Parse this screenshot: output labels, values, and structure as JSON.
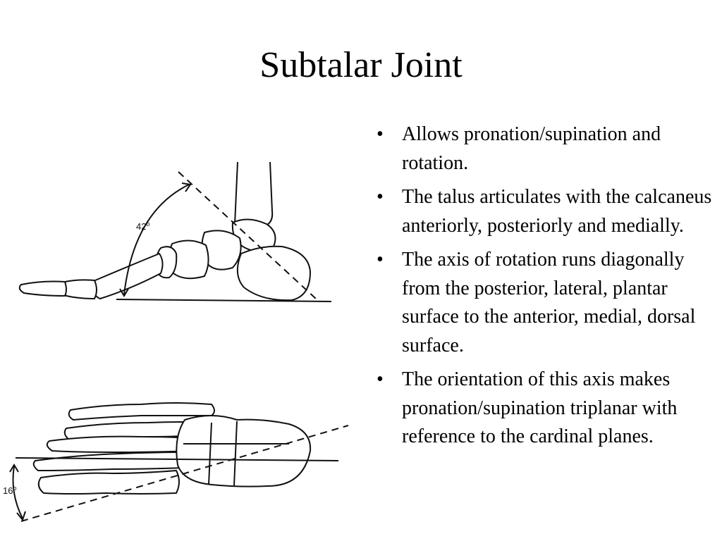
{
  "slide": {
    "title": "Subtalar Joint",
    "bullets": [
      "Allows pronation/supination and rotation.",
      "The talus articulates with the calcaneus anteriorly, posteriorly and medially.",
      "The axis of rotation runs diagonally from the posterior, lateral, plantar surface to the anterior, medial, dorsal surface.",
      "The orientation of this axis makes pronation/supination triplanar with reference to the cardinal planes."
    ],
    "bullet_glyph": "•",
    "figure": {
      "lateral_angle_label": "42",
      "dorsal_angle_label": "16",
      "degree_mark": "o"
    }
  }
}
